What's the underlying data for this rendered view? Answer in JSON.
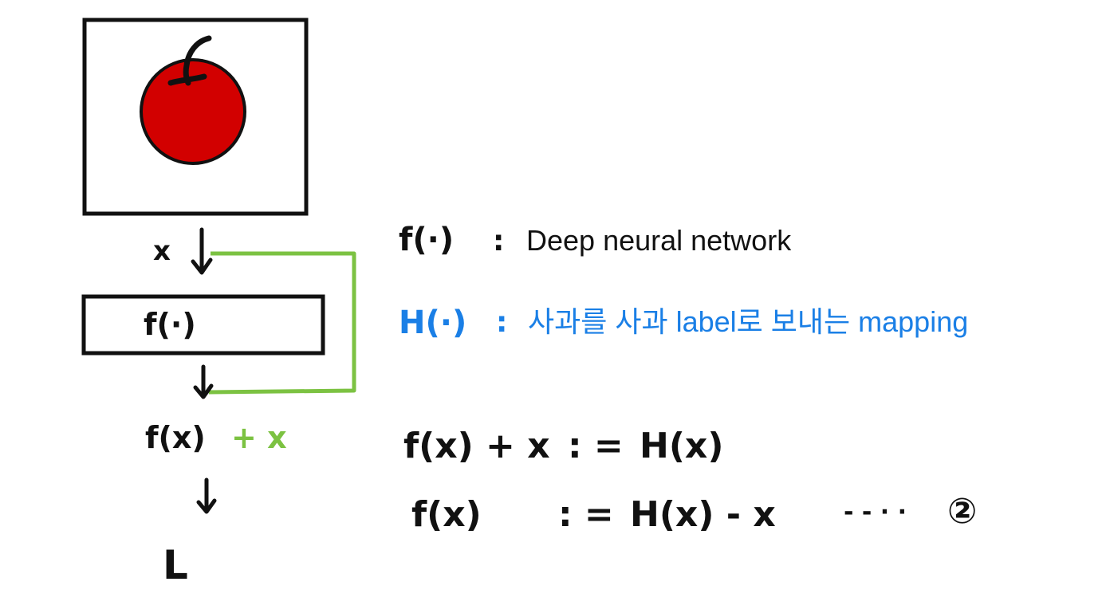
{
  "colors": {
    "ink": "#111111",
    "apple_red": "#d20000",
    "skip_green": "#7cc242",
    "mapping_blue": "#1a7fe6"
  },
  "diagram": {
    "input_label": "x",
    "block_label": "f(·)",
    "sum_left": "f(x)",
    "sum_right": "+ x",
    "loss_label": "L"
  },
  "legend": {
    "f_symbol": "f(·)",
    "f_colon": ":",
    "f_desc": "Deep neural network",
    "h_symbol": "H(·)",
    "h_colon": ":",
    "h_desc": "사과를 사과 label로 보내는 mapping"
  },
  "equations": {
    "eq1_left": "f(x) + x",
    "eq1_op": ": =",
    "eq1_right": "H(x)",
    "eq2_left": "f(x)",
    "eq2_op": ": =",
    "eq2_right": "H(x) - x",
    "eq2_dots": "- - · ·",
    "eq2_number": "②"
  }
}
